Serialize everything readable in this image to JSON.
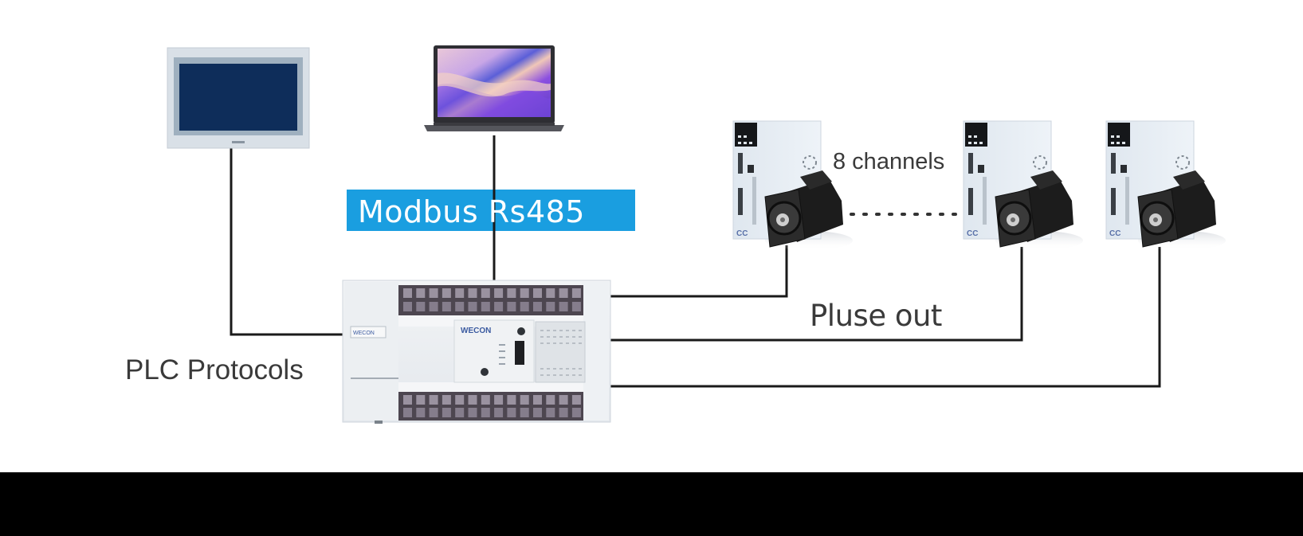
{
  "diagram": {
    "title": "PLC network topology",
    "labels": {
      "plc_protocols": "PLC Protocols",
      "modbus": "Modbus Rs485",
      "pulse_out": "Pluse out",
      "channels": "8 channels"
    },
    "colors": {
      "background": "#ffffff",
      "bottom_band": "#000000",
      "modbus_banner": "#1a9ee0",
      "wire": "#1a1a1a",
      "label_text": "#3a3a3a",
      "hmi_screen": "#0e2d5a",
      "motor_body": "#1c1c1c"
    },
    "nodes": [
      {
        "id": "hmi",
        "name": "HMI touch panel"
      },
      {
        "id": "laptop",
        "name": "Laptop PC"
      },
      {
        "id": "plc",
        "name": "PLC controller",
        "brand": "Wecon"
      },
      {
        "id": "servo-1",
        "name": "Servo drive + motor 1"
      },
      {
        "id": "servo-2",
        "name": "Servo drive + motor 2"
      },
      {
        "id": "servo-3",
        "name": "Servo drive + motor 3"
      }
    ],
    "edges": [
      {
        "from": "hmi",
        "to": "plc",
        "label": "PLC Protocols"
      },
      {
        "from": "laptop",
        "to": "plc",
        "label": "Modbus Rs485"
      },
      {
        "from": "plc",
        "to": "servo-1",
        "label": "Pluse out"
      },
      {
        "from": "plc",
        "to": "servo-2",
        "label": "Pluse out"
      },
      {
        "from": "plc",
        "to": "servo-3",
        "label": "Pluse out"
      },
      {
        "from": "servo-1",
        "to": "servo-2",
        "label": "8 channels",
        "style": "dotted"
      }
    ]
  }
}
